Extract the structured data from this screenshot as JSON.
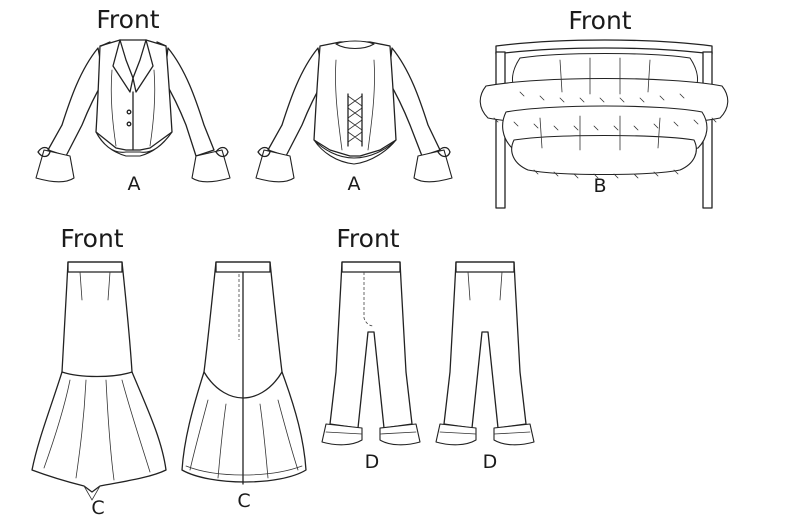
{
  "headings": {
    "top_left": "Front",
    "top_right": "Front",
    "bottom_left": "Front",
    "bottom_middle": "Front"
  },
  "view_labels": {
    "jacket_front": "A",
    "jacket_back": "A",
    "bustle": "B",
    "skirt_front": "C",
    "skirt_back": "C",
    "pants_front": "D",
    "pants_back": "D"
  }
}
